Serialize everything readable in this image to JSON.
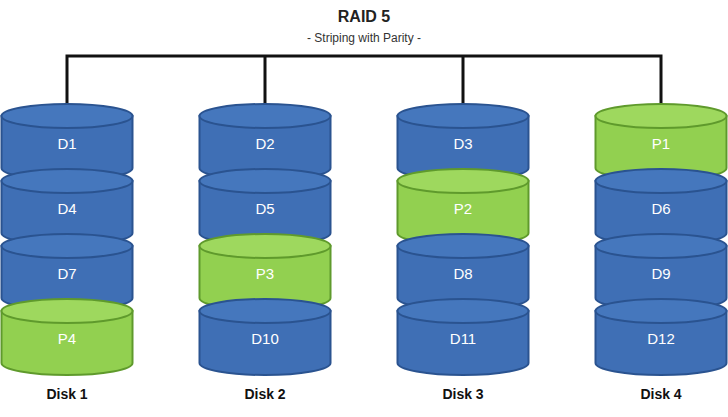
{
  "diagram": {
    "title": "RAID 5",
    "nodes": [
      {
        "text": [
          "D1"
        ]
      },
      {
        "text": [
          "D2"
        ]
      },
      {
        "text": [
          "D3"
        ]
      },
      {
        "text": [
          "P1"
        ]
      },
      {
        "text": [
          "D4"
        ]
      },
      {
        "text": [
          "D5"
        ]
      },
      {
        "text": [
          "P2"
        ]
      },
      {
        "text": [
          "D6"
        ]
      },
      {
        "text": [
          "D7"
        ]
      },
      {
        "text": [
          "P3"
        ]
      },
      {
        "text": [
          "D8"
        ]
      },
      {
        "text": [
          "D9"
        ]
      },
      {
        "text": [
          "P4"
        ]
      },
      {
        "text": [
          "D10"
        ]
      },
      {
        "text": [
          "D11"
        ]
      },
      {
        "text": [
          "D12"
        ]
      }
    ],
    "labels": [
      "- Striping with Parity -",
      "Disk 1",
      "Disk 2",
      "Disk 3",
      "Disk 4"
    ]
  }
}
